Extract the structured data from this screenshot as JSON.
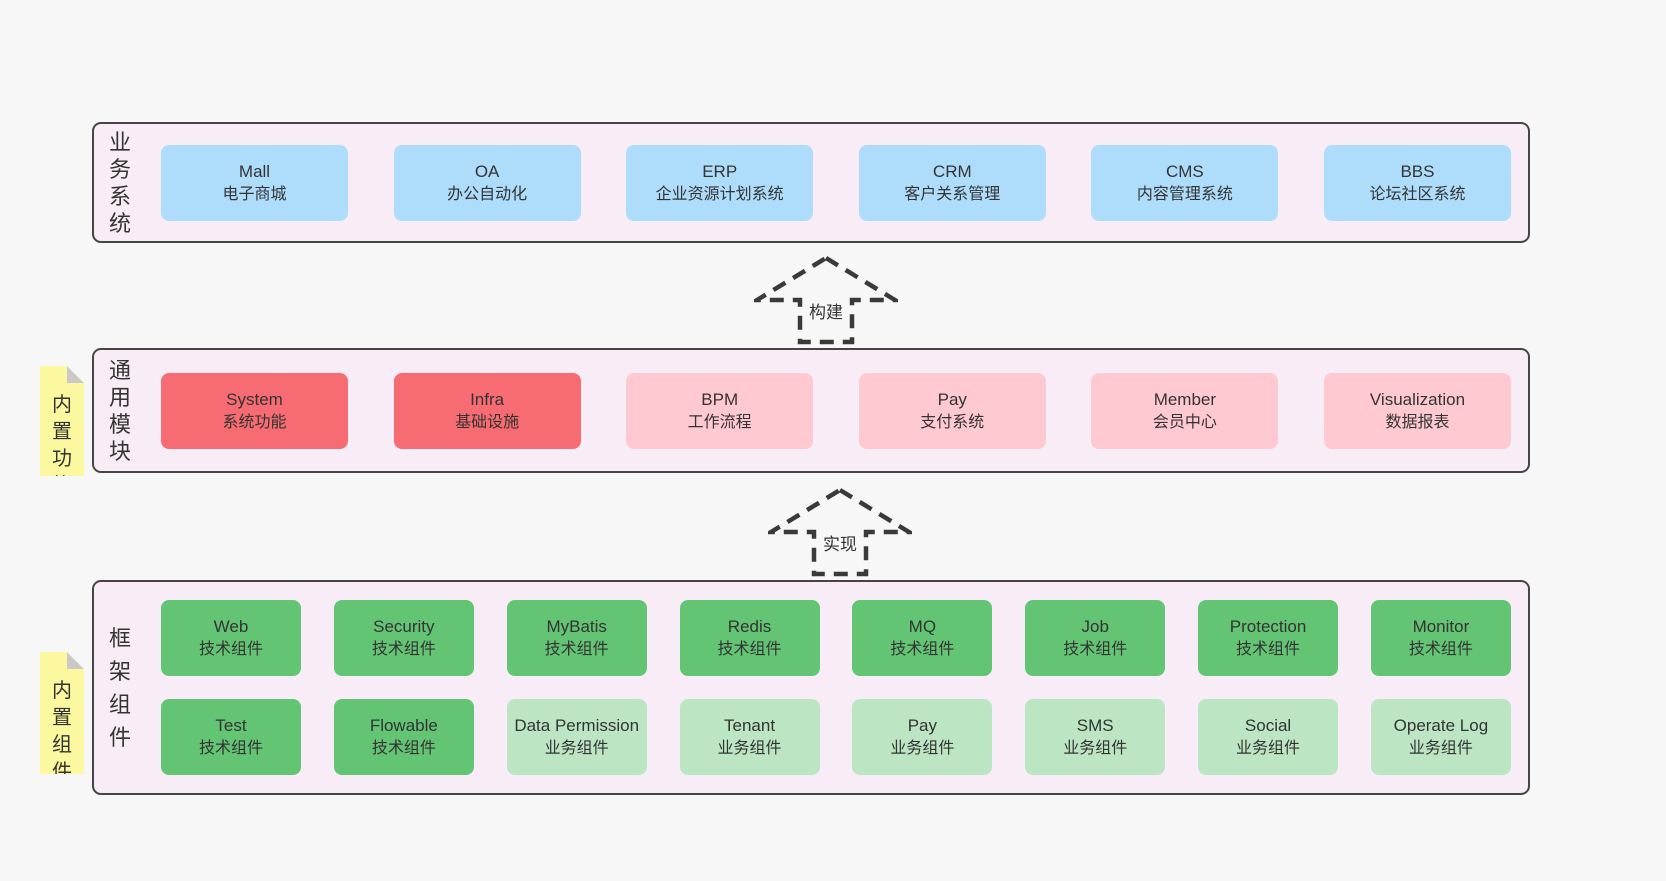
{
  "colors": {
    "page_background": "#f7f7f7",
    "panel_background": "#f8edf6",
    "panel_border": "#454545",
    "box_blue": "#aeddfb",
    "box_red": "#f76c72",
    "box_pink": "#ffc9d2",
    "box_green": "#63c573",
    "box_light_green": "#bce5c3",
    "note_yellow": "#fbf89f",
    "note_fold_gray": "#c9c9c9",
    "text": "#333333",
    "arrow_stroke": "#3a3a3a"
  },
  "sections": {
    "business": {
      "label": "业务系统",
      "boxes": [
        {
          "title": "Mall",
          "subtitle": "电子商城"
        },
        {
          "title": "OA",
          "subtitle": "办公自动化"
        },
        {
          "title": "ERP",
          "subtitle": "企业资源计划系统"
        },
        {
          "title": "CRM",
          "subtitle": "客户关系管理"
        },
        {
          "title": "CMS",
          "subtitle": "内容管理系统"
        },
        {
          "title": "BBS",
          "subtitle": "论坛社区系统"
        }
      ]
    },
    "modules": {
      "label": "通用模块",
      "note": "内置功能",
      "boxes": [
        {
          "title": "System",
          "subtitle": "系统功能"
        },
        {
          "title": "Infra",
          "subtitle": "基础设施"
        },
        {
          "title": "BPM",
          "subtitle": "工作流程"
        },
        {
          "title": "Pay",
          "subtitle": "支付系统"
        },
        {
          "title": "Member",
          "subtitle": "会员中心"
        },
        {
          "title": "Visualization",
          "subtitle": "数据报表"
        }
      ]
    },
    "framework": {
      "label": "框架组件",
      "note": "内置组件",
      "row1": [
        {
          "title": "Web",
          "subtitle": "技术组件"
        },
        {
          "title": "Security",
          "subtitle": "技术组件"
        },
        {
          "title": "MyBatis",
          "subtitle": "技术组件"
        },
        {
          "title": "Redis",
          "subtitle": "技术组件"
        },
        {
          "title": "MQ",
          "subtitle": "技术组件"
        },
        {
          "title": "Job",
          "subtitle": "技术组件"
        },
        {
          "title": "Protection",
          "subtitle": "技术组件"
        },
        {
          "title": "Monitor",
          "subtitle": "技术组件"
        }
      ],
      "row2": [
        {
          "title": "Test",
          "subtitle": "技术组件"
        },
        {
          "title": "Flowable",
          "subtitle": "技术组件"
        },
        {
          "title": "Data Permission",
          "subtitle": "业务组件"
        },
        {
          "title": "Tenant",
          "subtitle": "业务组件"
        },
        {
          "title": "Pay",
          "subtitle": "业务组件"
        },
        {
          "title": "SMS",
          "subtitle": "业务组件"
        },
        {
          "title": "Social",
          "subtitle": "业务组件"
        },
        {
          "title": "Operate Log",
          "subtitle": "业务组件"
        }
      ]
    }
  },
  "arrows": {
    "build": "构建",
    "implement": "实现"
  }
}
